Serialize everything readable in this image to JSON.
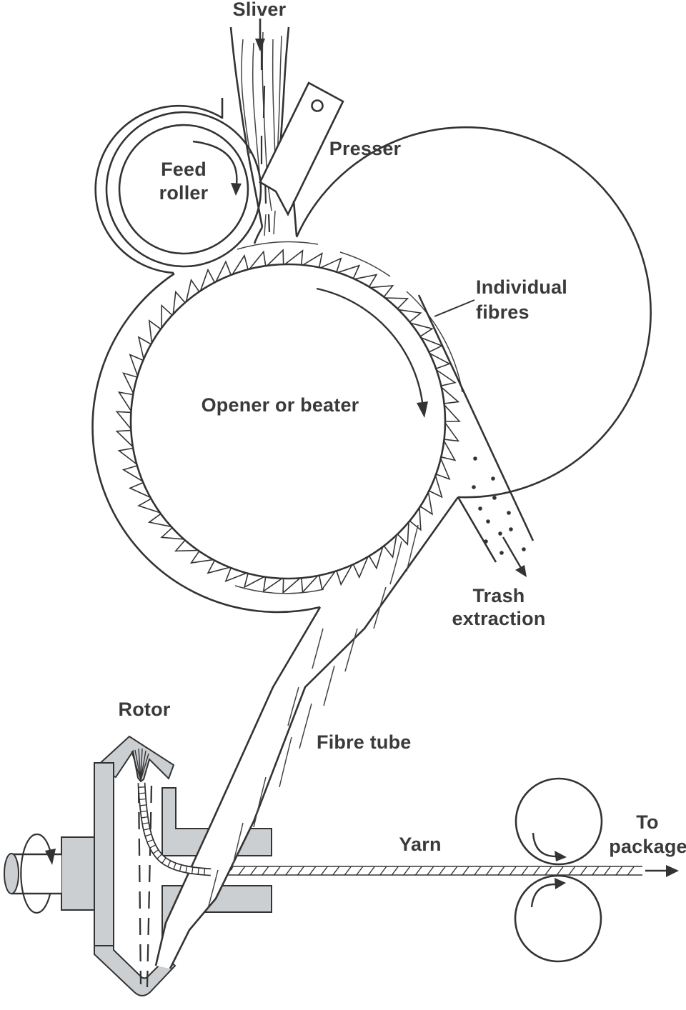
{
  "labels": {
    "sliver": "Sliver",
    "feed_roller": [
      "Feed",
      "roller"
    ],
    "presser": "Presser",
    "opener": "Opener or beater",
    "individual_fibres": [
      "Individual",
      "fibres"
    ],
    "trash_extraction": [
      "Trash",
      "extraction"
    ],
    "fibre_tube": "Fibre tube",
    "rotor": "Rotor",
    "yarn": "Yarn",
    "to_package": [
      "To",
      "package"
    ]
  },
  "colors": {
    "line": "#333333",
    "machine_fill": "#cccfd2",
    "background": "#ffffff",
    "text": "#3a3a3a"
  }
}
